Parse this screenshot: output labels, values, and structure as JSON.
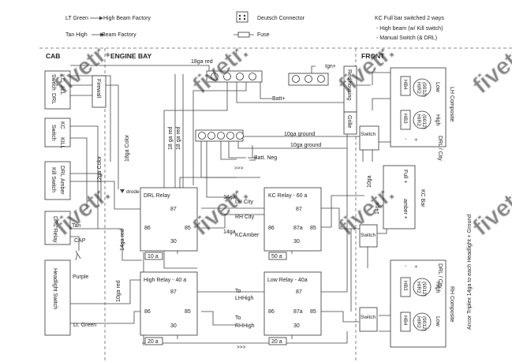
{
  "legend": {
    "lt_green": "LT Green",
    "high_beam_factory": "High Beam Factory",
    "tan_high": "Tan  High",
    "beam_factory": "Beam Factory",
    "deutsch": "Deutsch Connector",
    "fuse": "Fuse",
    "kc_title": "KC Full bar switched 2 ways",
    "kc_mode1": "- High beam (w/ Kill switch)",
    "kc_mode2": "- Manual Switch (& DRL)"
  },
  "sections": {
    "cab": "CAB",
    "engine_bay": "ENGINE BAY",
    "front": "FRONT"
  },
  "cab": {
    "sw1_a": "Switch",
    "sw1_b": "KC",
    "sw1_c": "ALL",
    "sw1_d": "DRL",
    "sw2_a": "KC",
    "sw2_b": "Switch",
    "sw2_c": "KILL",
    "sw3_a": "DRL",
    "sw3_b": "Kill Switch",
    "sw3_c": "Amber",
    "drl_relay": "DRL Relay",
    "tan": "Tan",
    "cap": "CAP",
    "purple": "Purple",
    "headlight_switch": "Headlight Switch",
    "lt_green": "Lt. Green"
  },
  "engine": {
    "firewall": "Firewall",
    "red18": "18ga red",
    "batt_plus": "Batt+",
    "ign_plus": "Ign+",
    "ground10": "10ga ground",
    "batt_neg": "Batt. Neg",
    "color18": "18ga Color",
    "color12": "12ga Color",
    "red18_a": "18 ga red",
    "red18_b": "18 ga red",
    "diode": "drode",
    "red14": "14ga red",
    "red10": "10ga red",
    "ga14_top": "14ga",
    "lh_city": "LH City",
    "rh_city": "RH City",
    "ga14_bot": "14ga",
    "kc_amber": "KCAmber",
    "to_lh_high_a": "To",
    "to_lh_high_b": "LHHigh",
    "to_rh_high_a": "To",
    "to_rh_high_b": "RHHigh"
  },
  "relays": {
    "drl": {
      "title": "DRL Relay",
      "p87": "87",
      "p86": "86",
      "p85": "85",
      "p30": "30",
      "fuse": "10 a"
    },
    "kc": {
      "title": "KC Relay  - 60 a",
      "p87": "87",
      "p86": "86",
      "p87a": "87a",
      "p85": "85",
      "p30": "30",
      "fuse": "50 a"
    },
    "high": {
      "title": "High Relay  - 40 a",
      "p87": "87",
      "p86": "86",
      "p85": "85",
      "p30": "30",
      "fuse": "20 a"
    },
    "low": {
      "title": "Low Relay  - 40a",
      "p87": "87",
      "p86": "86",
      "p87a": "87a",
      "p85": "85",
      "p30": "30",
      "fuse": "20 a"
    }
  },
  "front": {
    "red_housing": "Red housing",
    "grille": "Grille",
    "switch": "Switch",
    "lh_composite": "LH Composite",
    "rh_composite": "RH Composite",
    "hb4": "HB4",
    "hb3": "HB3",
    "hir2_a": "HIR2",
    "hir2_b": "(9012)",
    "low": "Low",
    "high": "High",
    "drl_city": "DRL / City",
    "kc_bar": "KC Bar",
    "full_plus": "Full +",
    "amber_plus": "amber +",
    "ga10": "10ga",
    "ga14": "14ga",
    "minus": "-",
    "plus": "+",
    "side_note": "Ancor Triplex 14ga to each Headlight + Ground"
  },
  "watermark": "fivetr.",
  "colors": {
    "wire": "#444444",
    "background": "#ffffff",
    "watermark_stroke": "#bdbdbd"
  }
}
